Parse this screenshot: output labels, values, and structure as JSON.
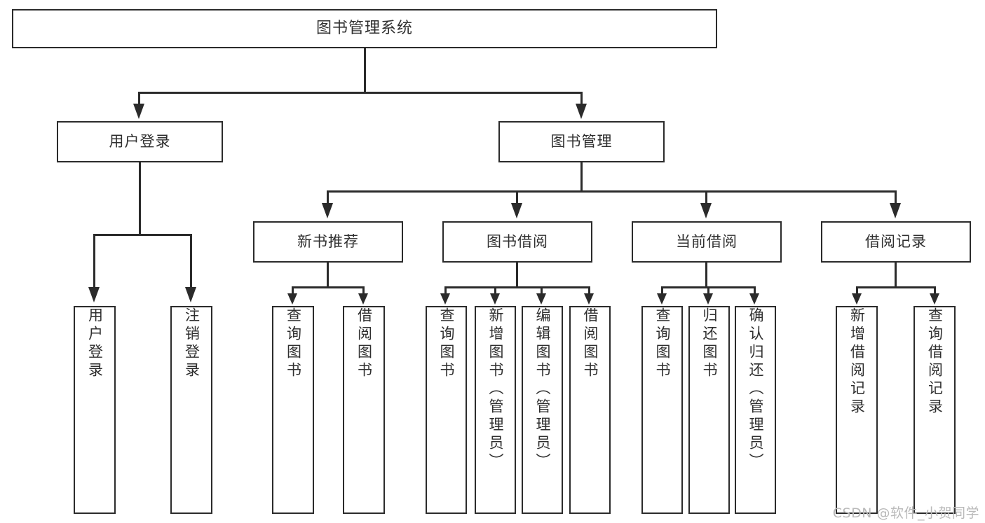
{
  "diagram": {
    "type": "tree",
    "title": "图书管理系统",
    "root": {
      "label": "图书管理系统"
    },
    "level2": [
      {
        "label": "用户登录"
      },
      {
        "label": "图书管理"
      }
    ],
    "level3": [
      {
        "label": "新书推荐"
      },
      {
        "label": "图书借阅"
      },
      {
        "label": "当前借阅"
      },
      {
        "label": "借阅记录"
      }
    ],
    "leaves": {
      "user_login": [
        {
          "label": "用户登录"
        },
        {
          "label": "注销登录"
        }
      ],
      "new_book_recommend": [
        {
          "label": "查询图书"
        },
        {
          "label": "借阅图书"
        }
      ],
      "book_borrow": [
        {
          "label": "查询图书"
        },
        {
          "label": "新增图书（管理员）"
        },
        {
          "label": "编辑图书（管理员）"
        },
        {
          "label": "借阅图书"
        }
      ],
      "current_borrow": [
        {
          "label": "查询图书"
        },
        {
          "label": "归还图书"
        },
        {
          "label": "确认归还（管理员）"
        }
      ],
      "borrow_records": [
        {
          "label": "新增借阅记录"
        },
        {
          "label": "查询借阅记录"
        }
      ]
    }
  },
  "watermark": {
    "text": "CSDN @软件_小贺同学"
  },
  "colors": {
    "stroke": "#2b2b2b",
    "fill": "#ffffff",
    "text": "#2f2f2f",
    "watermark": "#b9b9b9"
  }
}
